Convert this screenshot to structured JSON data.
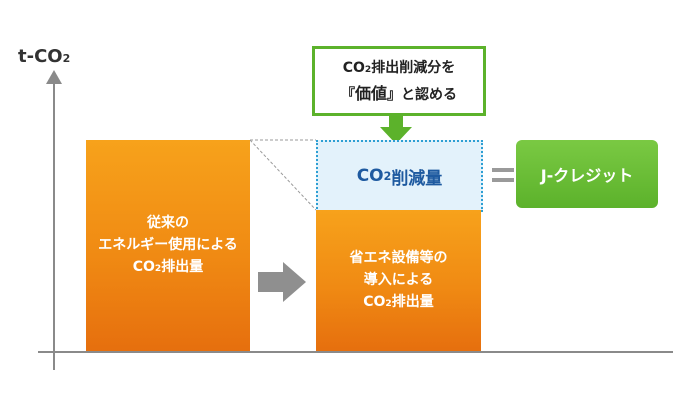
{
  "axis": {
    "y_label_main": "t-CO",
    "y_label_sub": "2"
  },
  "bars": {
    "conventional": {
      "line1": "従来の",
      "line2": "エネルギー使用による",
      "line3_main": "CO",
      "line3_sub": "2",
      "line3_rest": "排出量"
    },
    "after": {
      "line1": "省エネ設備等の",
      "line2": "導入による",
      "line3_main": "CO",
      "line3_sub": "2",
      "line3_rest": "排出量"
    }
  },
  "reduction": {
    "main": "CO",
    "sub": "2",
    "rest": "削減量"
  },
  "callout": {
    "line1_main": "CO",
    "line1_sub": "2",
    "line1_rest": "排出削減分を",
    "line2_bracket_open": "『",
    "line2_word": "価値",
    "line2_bracket_close": "』",
    "line2_rest": "と認める"
  },
  "result": {
    "label": "J-クレジット"
  },
  "colors": {
    "orange": "#f08a13",
    "green": "#5cb22b",
    "blue_text": "#1e5aa0",
    "dotted_border": "#2d9fd3",
    "gray": "#8a8a8a"
  }
}
